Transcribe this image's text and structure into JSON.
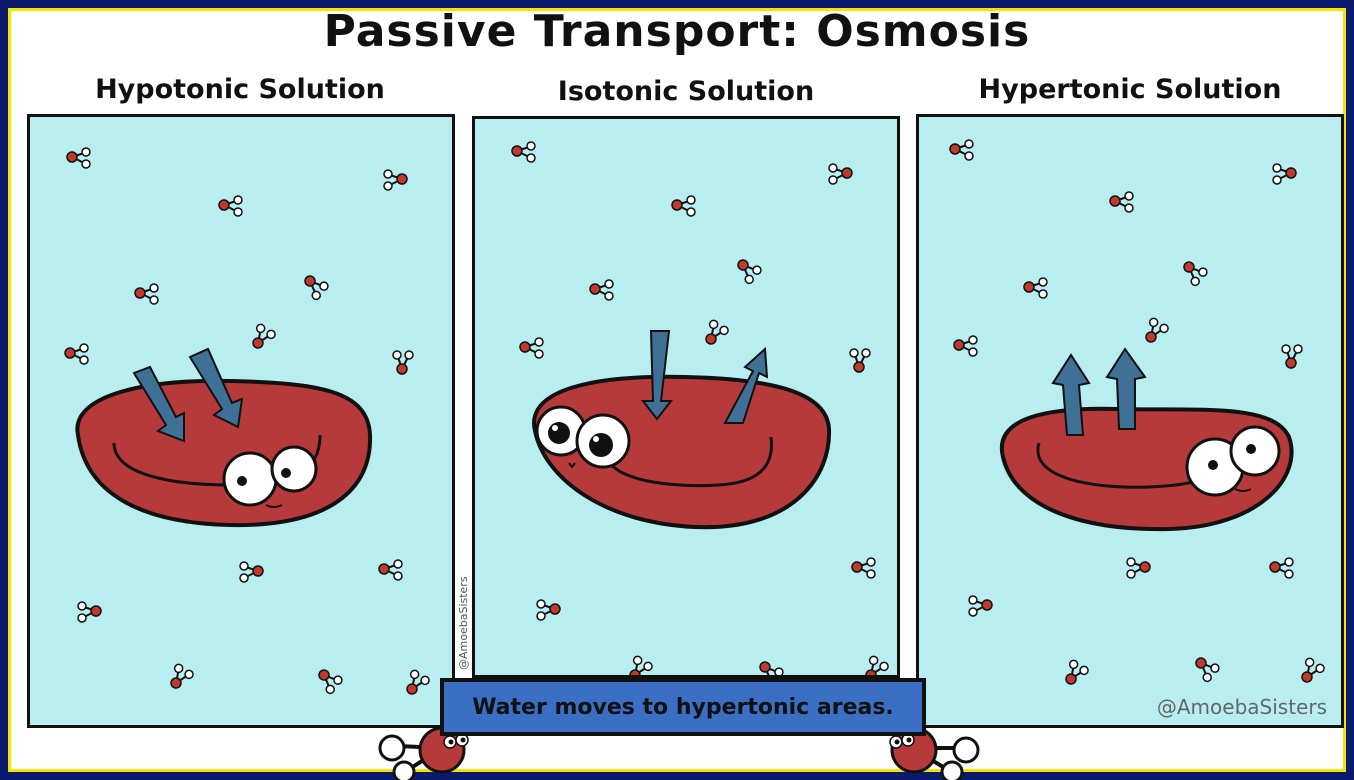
{
  "title": "Passive Transport: Osmosis",
  "panels": [
    {
      "heading": "Hypotonic Solution"
    },
    {
      "heading": "Isotonic Solution"
    },
    {
      "heading": "Hypertonic Solution"
    }
  ],
  "watermark_vertical": "@AmoebaSisters",
  "watermark": "@AmoebaSisters",
  "caption": "Water moves to hypertonic areas.",
  "colors": {
    "background": "#0c1a6e",
    "border": "#f3e600",
    "water": "#b8eef0",
    "cell": "#b73a3a",
    "arrow": "#3f7096",
    "banner": "#3a6fc4"
  }
}
